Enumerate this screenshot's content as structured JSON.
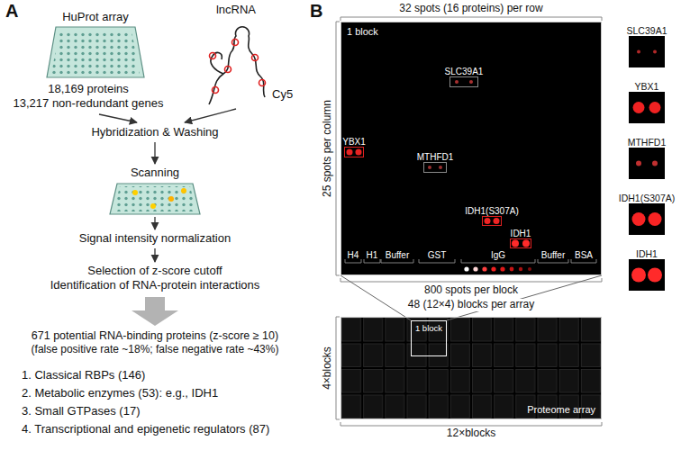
{
  "diagram": {
    "nodes": [
      {
        "text": [
          "1 block"
        ]
      },
      {
        "text": [
          "SLC39A1"
        ],
        "in": 0
      },
      {
        "text": [
          "YBX1"
        ],
        "in": 0
      },
      {
        "text": [
          "MTHFD1"
        ],
        "in": 0
      },
      {
        "text": [
          "IDH1(S307A)"
        ],
        "in": 0
      },
      {
        "text": [
          "IDH1"
        ],
        "in": 0
      },
      {
        "text": [
          "SLC39A1"
        ]
      },
      {
        "text": [
          "YBX1"
        ]
      },
      {
        "text": [
          "MTHFD1"
        ]
      },
      {
        "text": [
          "IDH1(S307A)"
        ]
      },
      {
        "text": [
          "IDH1"
        ]
      },
      {
        "text": [
          "Proteome array"
        ]
      },
      {
        "text": [
          "1 block"
        ],
        "in": 11
      }
    ],
    "edges": [
      {
        "from": 12,
        "to": 0,
        "arrow": "none"
      },
      {
        "from": 12,
        "to": 0,
        "arrow": "none"
      }
    ],
    "labels": [
      "A",
      "HuProt array",
      "lncRNA",
      "Cy5",
      "18,169 proteins",
      "13,217 non-redundant genes",
      "Hybridization & Washing",
      "Scanning",
      "Signal intensity normalization",
      "Selection of z-score cutoff",
      "Identification of RNA-protein interactions",
      "671 potential RNA-binding proteins (z-score ≥ 10)",
      "(false positive rate ~18%; false negative rate ~43%)",
      "1. Classical RBPs (146)",
      "2. Metabolic enzymes (53): e.g., IDH1",
      "3. Small GTPases (17)",
      "4. Transcriptional and epigenetic regulators (87)",
      "B",
      "32 spots (16 proteins) per row",
      "25 spots per column",
      "H4",
      "H1",
      "Buffer",
      "GST",
      "IgG",
      "Buffer",
      "BSA",
      "800 spots per block",
      "48 (12×4) blocks per array",
      "4×blocks",
      "12×blocks"
    ]
  }
}
